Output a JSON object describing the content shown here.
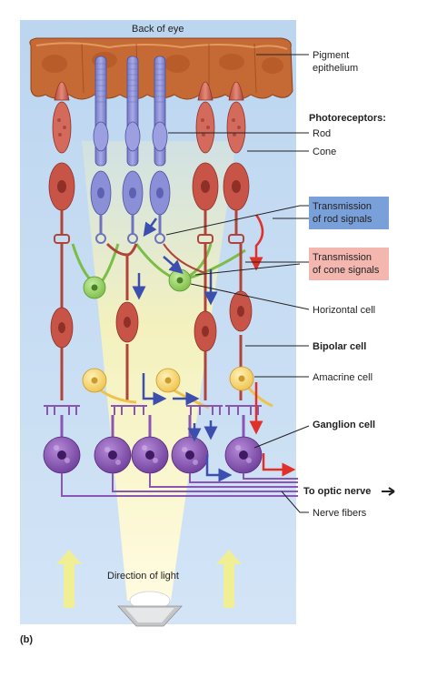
{
  "labels": {
    "top": "Back of eye",
    "pigment": "Pigment\nepithelium",
    "photoreceptors": "Photoreceptors:",
    "rod": "Rod",
    "cone": "Cone",
    "rod_signals": "Transmission\nof rod signals",
    "cone_signals": "Transmission\nof cone signals",
    "horizontal": "Horizontal cell",
    "bipolar": "Bipolar cell",
    "amacrine": "Amacrine cell",
    "ganglion": "Ganglion cell",
    "optic": "To optic nerve",
    "fibers": "Nerve fibers",
    "light": "Direction of light",
    "panel": "(b)"
  },
  "colors": {
    "background": "#c5dcf2",
    "pigment": "#c0622e",
    "rod": "#8b8fd8",
    "cone": "#c85448",
    "horizontal": "#8fcf5c",
    "amacrine": "#f7d36a",
    "ganglion": "#8a55b5",
    "rod_box": "#7aa0da",
    "cone_box": "#f4b7b0",
    "rod_arrow": "#3d4fae",
    "cone_arrow": "#e0302a"
  }
}
